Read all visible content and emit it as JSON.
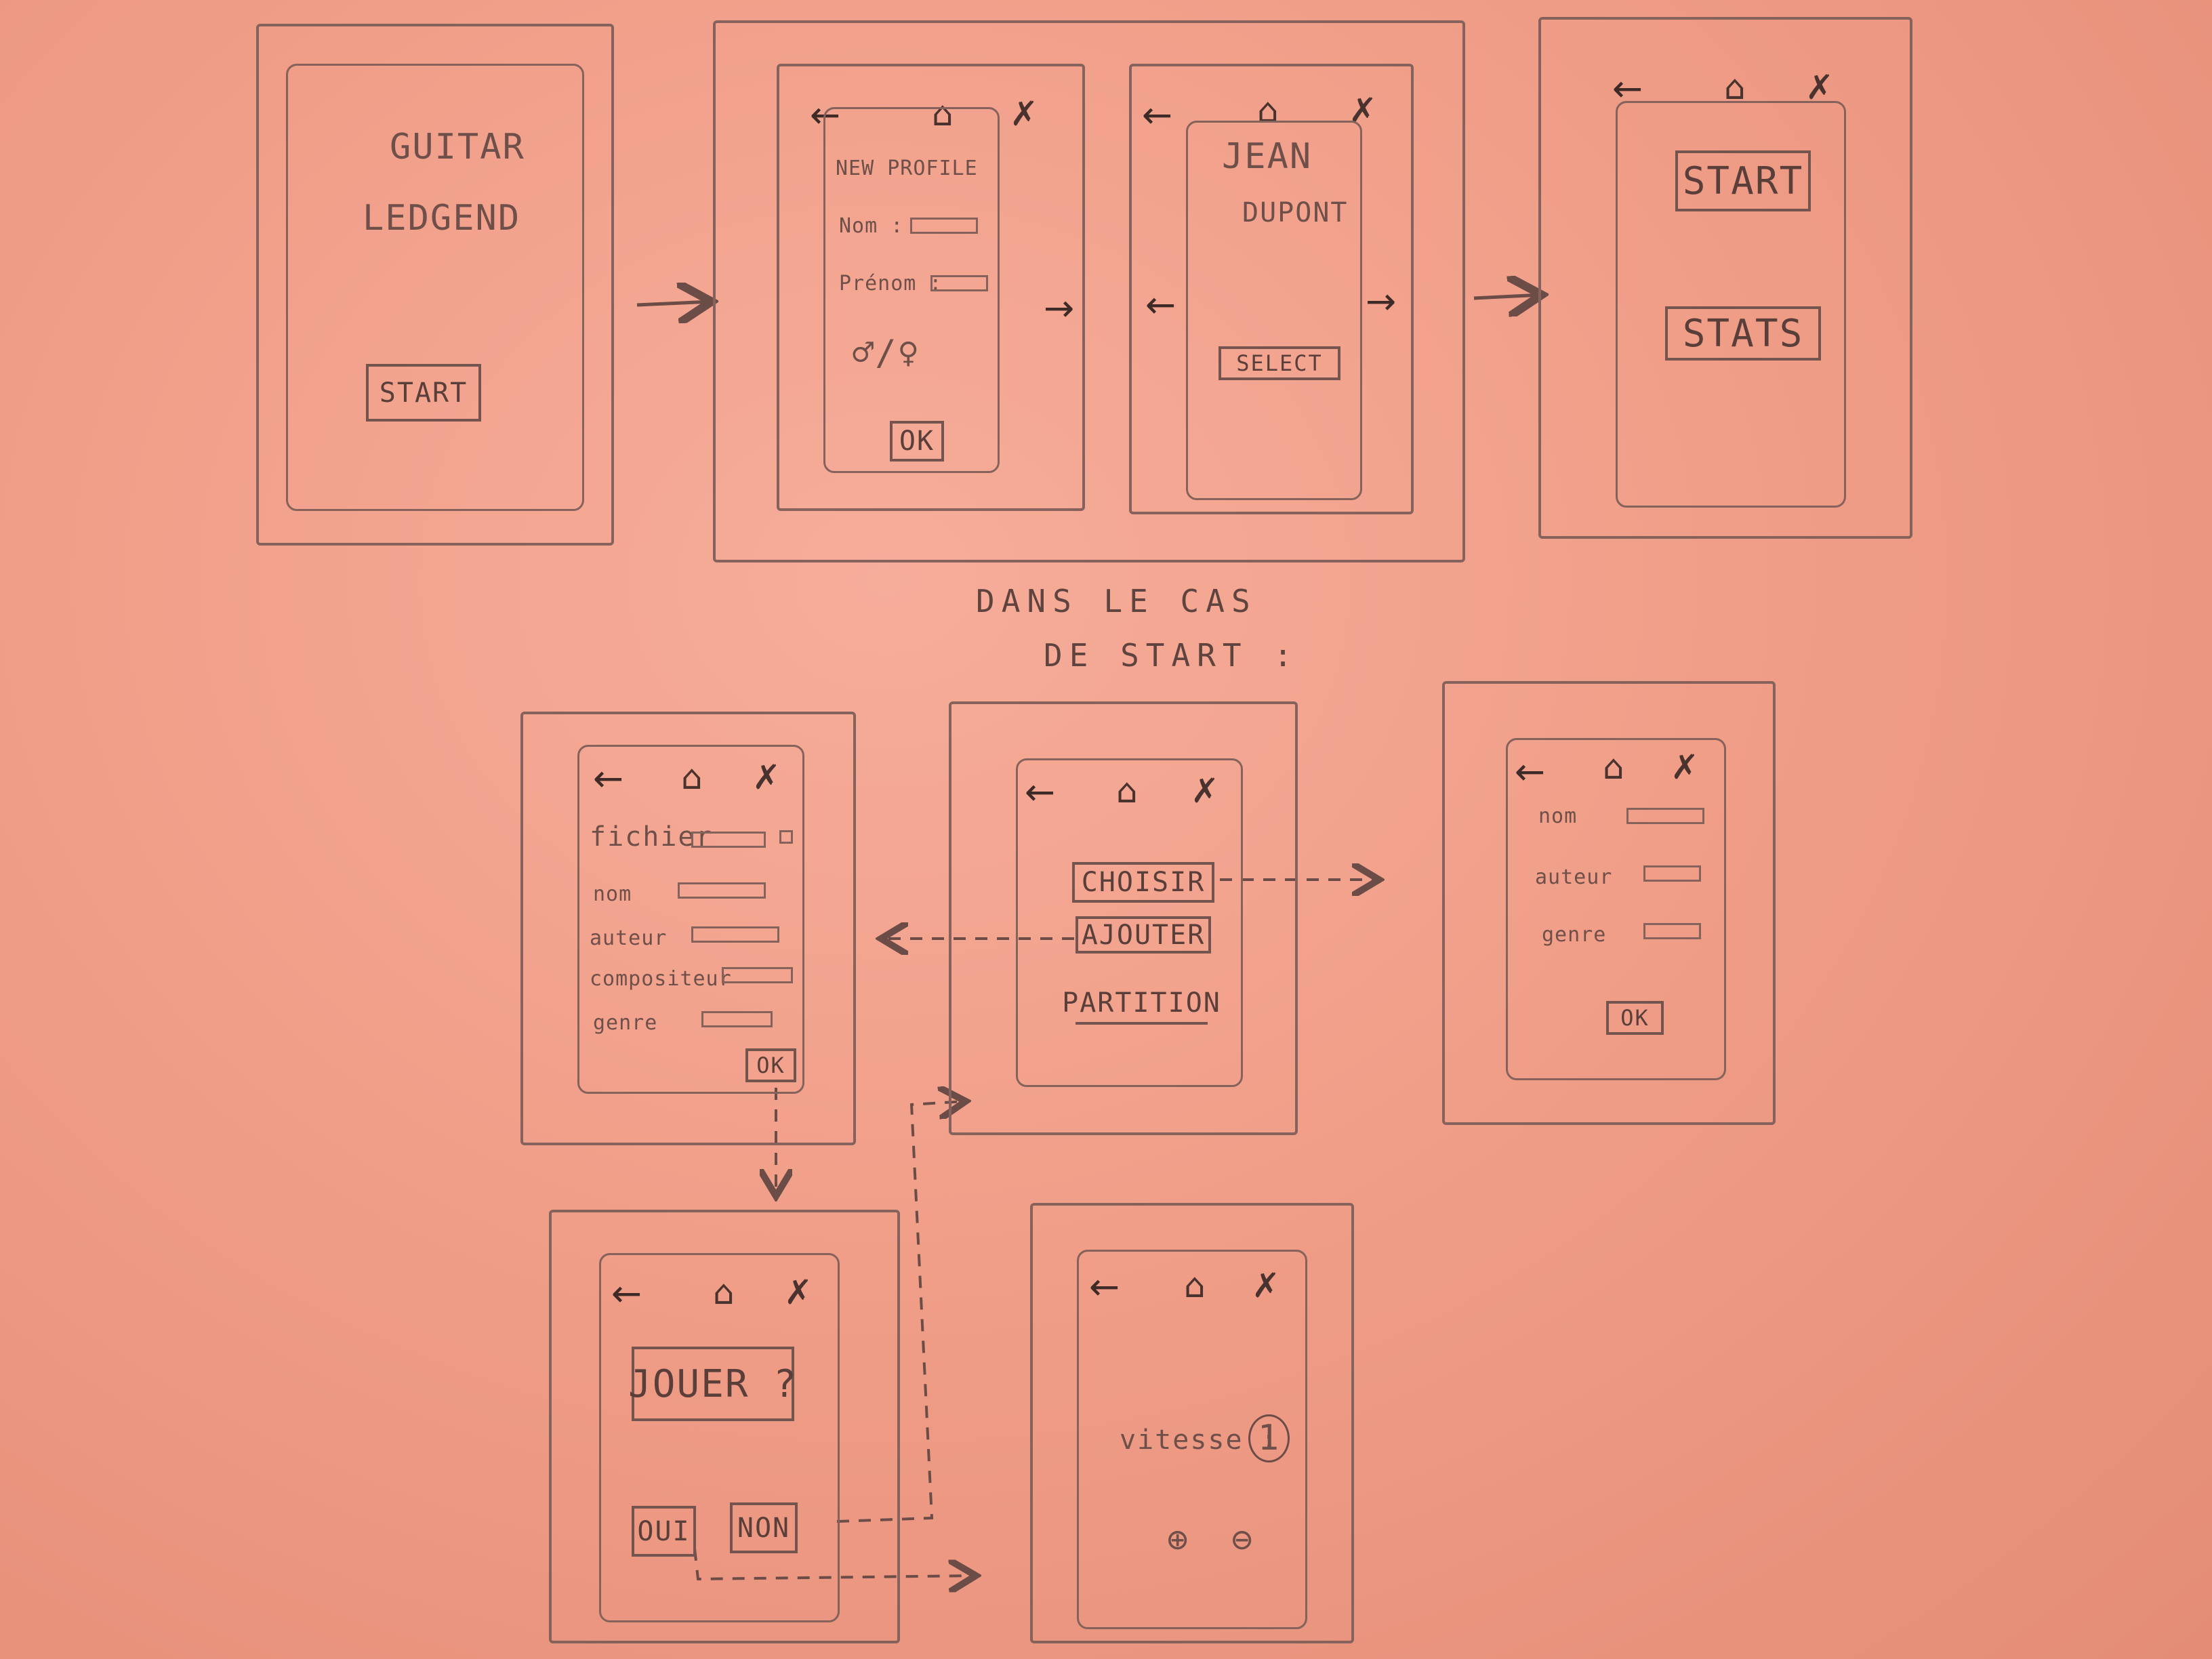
{
  "splash": {
    "title_line1": "GUITAR",
    "title_line2": "LEDGEND",
    "start_button": "START"
  },
  "new_profile": {
    "title": "NEW PROFILE",
    "nom_label": "Nom :",
    "prenom_label": "Prénom :",
    "gender_symbols": "♂/♀",
    "ok_button": "OK"
  },
  "profile_select": {
    "first_name": "JEAN",
    "last_name": "DUPONT",
    "select_button": "SELECT"
  },
  "main_menu": {
    "start_button": "START",
    "stats_button": "STATS"
  },
  "section_heading": {
    "line1": "DANS LE CAS",
    "line2": "DE START :"
  },
  "add_song": {
    "fichier_label": "fichier",
    "nom_label": "nom",
    "auteur_label": "auteur",
    "compositeur_label": "compositeur",
    "genre_label": "genre",
    "ok_button": "OK"
  },
  "song_menu": {
    "choisir_button": "CHOISIR",
    "ajouter_button": "AJOUTER",
    "partition_button": "PARTITION"
  },
  "search_song": {
    "nom_label": "nom",
    "auteur_label": "auteur",
    "genre_label": "genre",
    "ok_button": "OK"
  },
  "play_prompt": {
    "question": "JOUER ?",
    "oui_button": "OUI",
    "non_button": "NON"
  },
  "speed": {
    "label": "vitesse :",
    "value": "1",
    "plus": "⊕",
    "minus": "⊖"
  },
  "icons": {
    "back": "arrow-left-icon",
    "home": "home-icon",
    "profile": "person-icon",
    "next": "arrow-right-icon"
  }
}
